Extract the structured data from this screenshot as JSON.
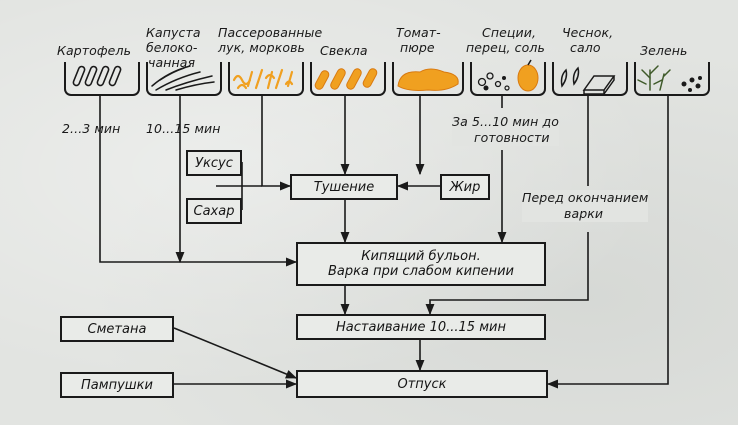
{
  "ingredients": [
    {
      "id": "potato",
      "label_lines": [
        "Картофель"
      ],
      "note": "2...3 мин"
    },
    {
      "id": "cabbage",
      "label_lines": [
        "Капуста",
        "белоко-",
        "чанная"
      ],
      "note": "10...15 мин"
    },
    {
      "id": "sauteed",
      "label_lines": [
        "Пассерованные",
        "лук, морковь"
      ],
      "note": ""
    },
    {
      "id": "beet",
      "label_lines": [
        "Свекла"
      ],
      "note": ""
    },
    {
      "id": "tomato",
      "label_lines": [
        "Томат-",
        "пюре"
      ],
      "note": ""
    },
    {
      "id": "spices",
      "label_lines": [
        "Специи,",
        "перец, соль"
      ],
      "note_lines": [
        "За 5...10 мин до",
        "готовности"
      ]
    },
    {
      "id": "garlic",
      "label_lines": [
        "Чеснок,",
        "сало"
      ],
      "note_lines": [
        "Перед окончанием",
        "варки"
      ]
    },
    {
      "id": "greens",
      "label_lines": [
        "Зелень"
      ],
      "note": ""
    }
  ],
  "boxes": {
    "vinegar": "Уксус",
    "sugar": "Сахар",
    "stewing": "Тушение",
    "fat": "Жир",
    "boiling_lines": [
      "Кипящий бульон.",
      "Варка при слабом кипении"
    ],
    "infusing": "Настаивание  10...15 мин",
    "sour_cream": "Сметана",
    "pampushki": "Пампушки",
    "serving": "Отпуск"
  },
  "colors": {
    "ink": "#1a1a1a",
    "paper": "#e2e4e1",
    "tray_fill": "#e9ebe8",
    "orange": "#f0a020",
    "orange_dark": "#d97a10",
    "greens": "#3f5a2a"
  }
}
